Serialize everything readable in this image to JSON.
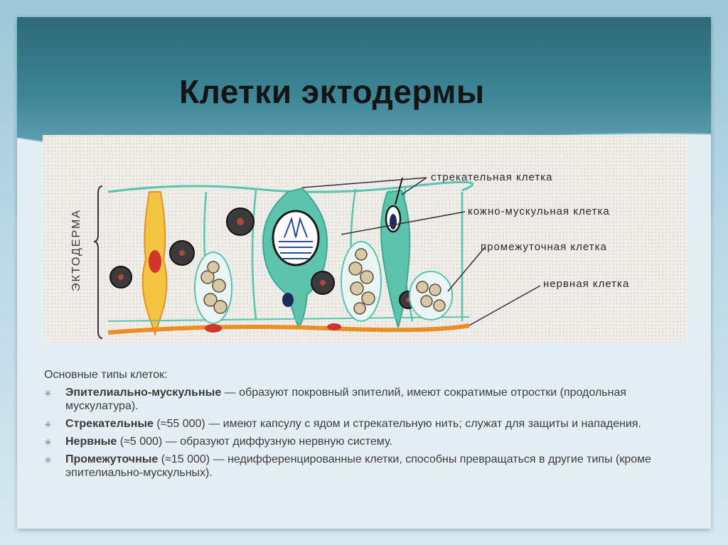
{
  "slide": {
    "title": "Клетки эктодермы"
  },
  "figure": {
    "side_label": "ЭКТОДЕРМА",
    "labels": [
      "стрекательная клетка",
      "кожно-мускульная клетка",
      "промежуточная клетка",
      "нервная клетка"
    ]
  },
  "text": {
    "intro": "Основные типы клеток:",
    "bullet_icon": "asterisk-bullet-icon",
    "items": [
      {
        "term": "Эпителиально-мускульные",
        "rest": " — образуют покровный эпителий, имеют сократимые отростки (продольная мускулатура)."
      },
      {
        "term": "Стрекательные",
        "rest": " (≈55 000) — имеют капсулу с ядом и стрекательную нить; служат для защиты и нападения."
      },
      {
        "term": "Нервные",
        "rest": " (≈5 000) — образуют диффузную нервную систему."
      },
      {
        "term": "Промежуточные",
        "rest": " (≈15 000) — недифференцированные клетки, способны превращаться в другие типы (кроме эпителиально-мускульных)."
      }
    ]
  },
  "colors": {
    "header": "#2c6a78",
    "cell_teal": "#5cc4ac",
    "nerve_orange": "#ec8f22",
    "bullet": "#4e8fa8"
  }
}
